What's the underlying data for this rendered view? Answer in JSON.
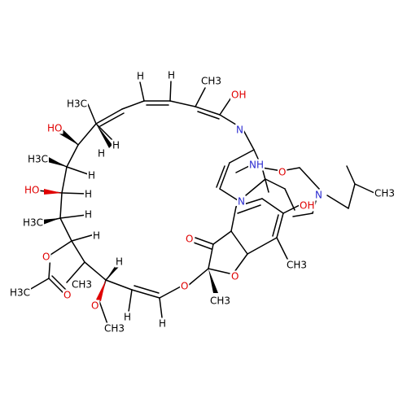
{
  "molecule": {
    "colors": {
      "carbon": "#000000",
      "oxygen": "#e00000",
      "nitrogen": "#2a2ad0"
    },
    "labels": {
      "h_diene_1": "H",
      "h_diene_2": "H",
      "me_diene": "CH3",
      "oh_amide": "OH",
      "me_c27": "H3C",
      "h_c27": "H",
      "n_imine": "N",
      "oh_c25": "HO",
      "h_c25": "H",
      "nh_pyr": "NH",
      "me_c23": "H3C",
      "h_c23": "H",
      "o_carbonyl_ring": "O",
      "n_pip": "N",
      "ho_c21": "HO",
      "h_c21": "H",
      "me_isobutyl_a": "CH3",
      "me_c19": "H3C",
      "h_c19": "H",
      "n_pyr2": "N",
      "oh_phenol": "OH",
      "o_keto": "O",
      "o_ester": "O",
      "h_c17": "H",
      "o_acetyl": "O",
      "me_ring": "CH3",
      "o_furan": "O",
      "me_c15": "CH3",
      "h_c15": "H",
      "me_acetyl": "H3C",
      "o_methoxy": "O",
      "o_ether": "O",
      "me_spiro": "CH3",
      "h_vinyl_1": "H",
      "me_methoxy": "CH3",
      "h_vinyl_2": "H"
    }
  }
}
